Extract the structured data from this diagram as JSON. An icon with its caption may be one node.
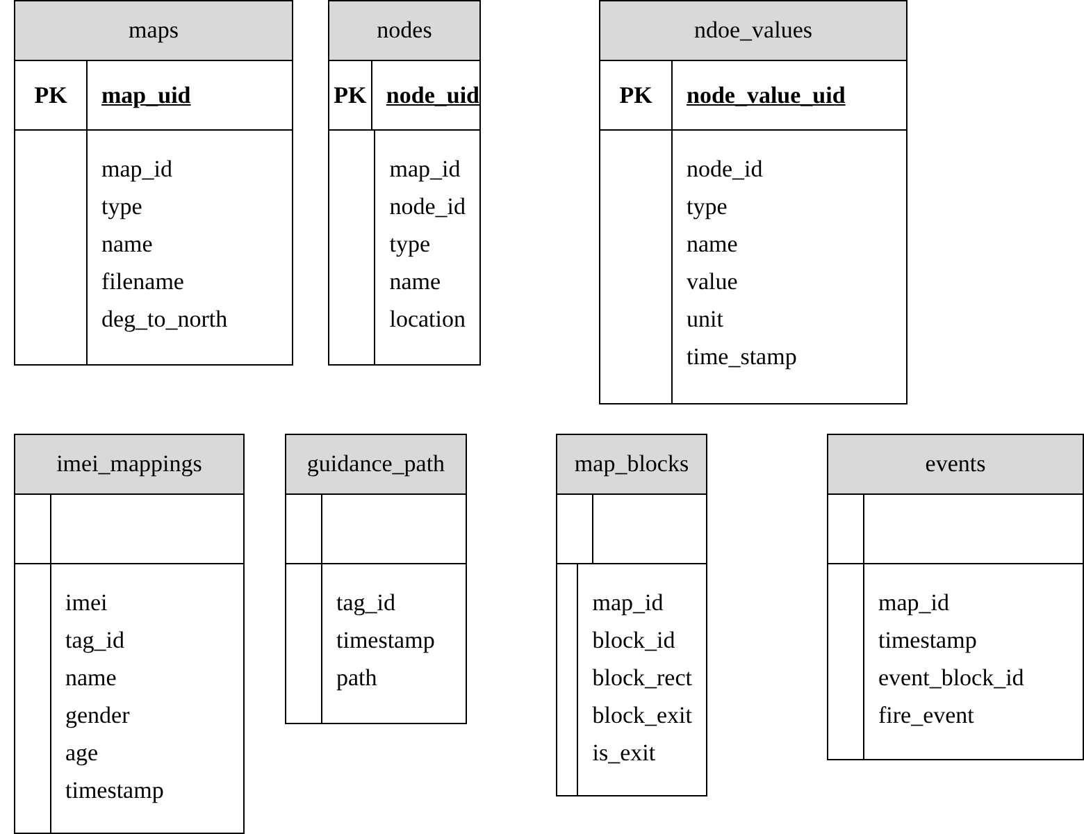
{
  "diagram": {
    "nodes": [
      {
        "text": [
          "maps",
          "PK",
          "map_uid",
          "map_id",
          "type",
          "name",
          "filename",
          "deg_to_north"
        ]
      },
      {
        "text": [
          "nodes",
          "PK",
          "node_uid",
          "map_id",
          "node_id",
          "type",
          "name",
          "location"
        ]
      },
      {
        "text": [
          "ndoe_values",
          "PK",
          "node_value_uid",
          "node_id",
          "type",
          "name",
          "value",
          "unit",
          "time_stamp"
        ]
      },
      {
        "text": [
          "imei_mappings",
          "imei",
          "tag_id",
          "name",
          "gender",
          "age",
          "timestamp"
        ]
      },
      {
        "text": [
          "guidance_path",
          "tag_id",
          "timestamp",
          "path"
        ]
      },
      {
        "text": [
          "map_blocks",
          "map_id",
          "block_id",
          "block_rect",
          "block_exit",
          "is_exit"
        ]
      },
      {
        "text": [
          "events",
          "map_id",
          "timestamp",
          "event_block_id",
          "fire_event"
        ]
      }
    ]
  }
}
